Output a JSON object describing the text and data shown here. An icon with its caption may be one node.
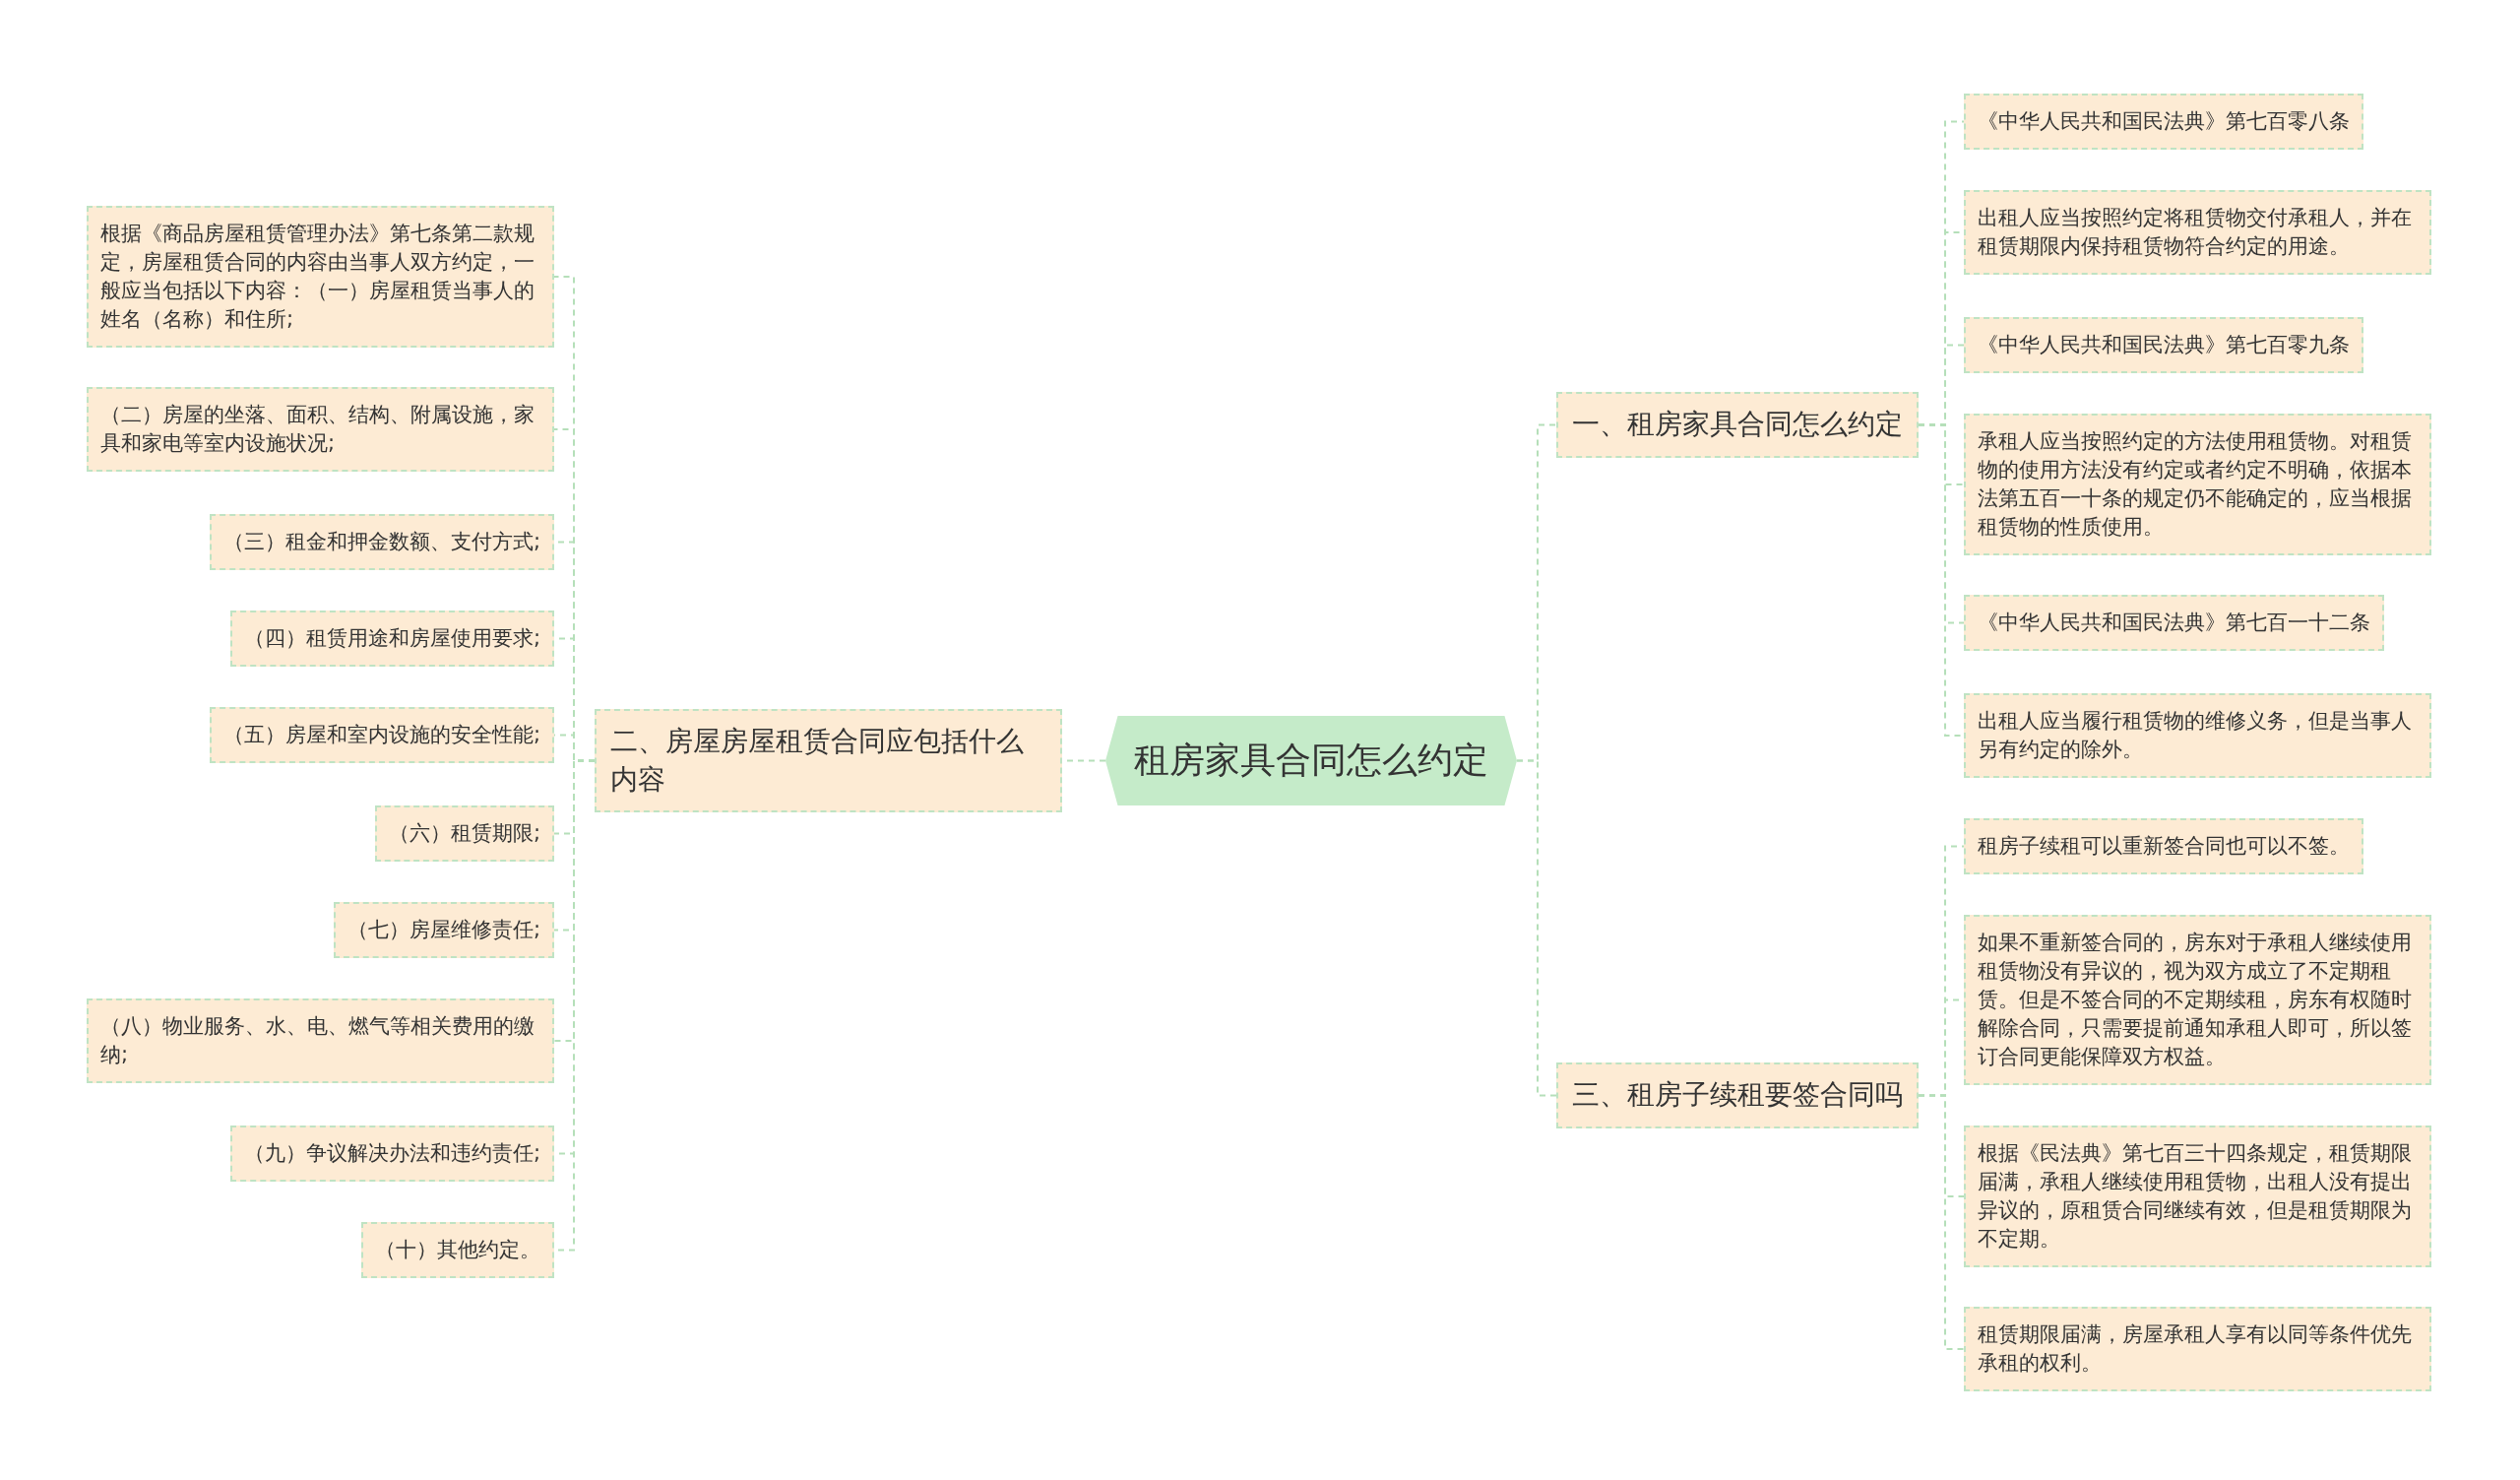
{
  "diagram": {
    "nodes": [
      {
        "text": [
          "租房家具合同怎么约定"
        ]
      },
      {
        "text": [
          "一、租房家具合同怎么约定"
        ]
      },
      {
        "text": [
          "二、房屋房屋租赁合同应包括什么内容"
        ]
      },
      {
        "text": [
          "三、租房子续租要签合同吗"
        ]
      },
      {
        "text": [
          "《中华人民共和国民法典》第七百零八条"
        ]
      },
      {
        "text": [
          "出租人应当按照约定将租赁物交付承租人，并在租赁期限内保持租赁物符合约定的用途。"
        ]
      },
      {
        "text": [
          "《中华人民共和国民法典》第七百零九条"
        ]
      },
      {
        "text": [
          "承租人应当按照约定的方法使用租赁物。对租赁物的使用方法没有约定或者约定不明确，依据本法第五百一十条的规定仍不能确定的，应当根据租赁物的性质使用。"
        ]
      },
      {
        "text": [
          "《中华人民共和国民法典》第七百一十二条"
        ]
      },
      {
        "text": [
          "出租人应当履行租赁物的维修义务，但是当事人另有约定的除外。"
        ]
      },
      {
        "text": [
          "根据《商品房屋租赁管理办法》第七条第二款规定，房屋租赁合同的内容由当事人双方约定，一般应当包括以下内容：（一）房屋租赁当事人的姓名（名称）和住所;"
        ]
      },
      {
        "text": [
          "（二）房屋的坐落、面积、结构、附属设施，家具和家电等室内设施状况;"
        ]
      },
      {
        "text": [
          "（三）租金和押金数额、支付方式;"
        ]
      },
      {
        "text": [
          "（四）租赁用途和房屋使用要求;"
        ]
      },
      {
        "text": [
          "（五）房屋和室内设施的安全性能;"
        ]
      },
      {
        "text": [
          "（六）租赁期限;"
        ]
      },
      {
        "text": [
          "（七）房屋维修责任;"
        ]
      },
      {
        "text": [
          "（八）物业服务、水、电、燃气等相关费用的缴纳;"
        ]
      },
      {
        "text": [
          "（九）争议解决办法和违约责任;"
        ]
      },
      {
        "text": [
          "（十）其他约定。"
        ]
      },
      {
        "text": [
          "租房子续租可以重新签合同也可以不签。"
        ]
      },
      {
        "text": [
          "如果不重新签合同的，房东对于承租人继续使用租赁物没有异议的，视为双方成立了不定期租赁。但是不签合同的不定期续租，房东有权随时解除合同，只需要提前通知承租人即可，所以签订合同更能保障双方权益。"
        ]
      },
      {
        "text": [
          "根据《民法典》第七百三十四条规定，租赁期限届满，承租人继续使用租赁物，出租人没有提出异议的，原租赁合同继续有效，但是租赁期限为不定期。"
        ]
      },
      {
        "text": [
          "租赁期限届满，房屋承租人享有以同等条件优先承租的权利。"
        ]
      }
    ],
    "edges": [
      {
        "from": 0,
        "to": 1,
        "arrow": "none"
      },
      {
        "from": 0,
        "to": 2,
        "arrow": "none"
      },
      {
        "from": 0,
        "to": 3,
        "arrow": "none"
      },
      {
        "from": 1,
        "to": 4,
        "arrow": "none"
      },
      {
        "from": 1,
        "to": 5,
        "arrow": "none"
      },
      {
        "from": 1,
        "to": 6,
        "arrow": "none"
      },
      {
        "from": 1,
        "to": 7,
        "arrow": "none"
      },
      {
        "from": 1,
        "to": 8,
        "arrow": "none"
      },
      {
        "from": 1,
        "to": 9,
        "arrow": "none"
      },
      {
        "from": 2,
        "to": 10,
        "arrow": "none"
      },
      {
        "from": 2,
        "to": 11,
        "arrow": "none"
      },
      {
        "from": 2,
        "to": 12,
        "arrow": "none"
      },
      {
        "from": 2,
        "to": 13,
        "arrow": "none"
      },
      {
        "from": 2,
        "to": 14,
        "arrow": "none"
      },
      {
        "from": 2,
        "to": 15,
        "arrow": "none"
      },
      {
        "from": 2,
        "to": 16,
        "arrow": "none"
      },
      {
        "from": 2,
        "to": 17,
        "arrow": "none"
      },
      {
        "from": 2,
        "to": 18,
        "arrow": "none"
      },
      {
        "from": 2,
        "to": 19,
        "arrow": "none"
      },
      {
        "from": 3,
        "to": 20,
        "arrow": "none"
      },
      {
        "from": 3,
        "to": 21,
        "arrow": "none"
      },
      {
        "from": 3,
        "to": 22,
        "arrow": "none"
      },
      {
        "from": 3,
        "to": 23,
        "arrow": "none"
      }
    ]
  }
}
